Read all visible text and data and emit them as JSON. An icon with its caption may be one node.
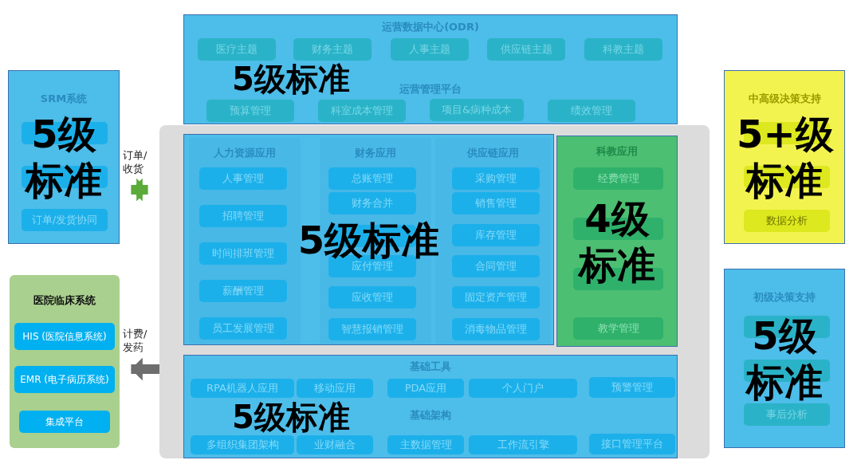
{
  "diagram": {
    "nodes": [
      {
        "text": [],
        "shape": "box"
      },
      {
        "text": [
          "SRM系统"
        ],
        "beside": [
          "5级标准"
        ]
      },
      {
        "text": [],
        "shape": "box",
        "in": 1
      },
      {
        "text": [],
        "shape": "box",
        "in": 1
      },
      {
        "text": [
          "订单/发货协同"
        ],
        "in": 1
      },
      {
        "text": [
          "医院临床系统"
        ]
      },
      {
        "text": [
          "HIS (医院信息系统)"
        ],
        "in": 5
      },
      {
        "text": [
          "EMR (电子病历系统)"
        ],
        "in": 5
      },
      {
        "text": [
          "集成平台"
        ],
        "in": 5
      },
      {
        "text": [
          "运营数据中心(ODR)",
          "运营管理平台"
        ],
        "beside": [
          "5级标准"
        ]
      },
      {
        "text": [
          "医疗主题"
        ],
        "in": 9
      },
      {
        "text": [
          "财务主题"
        ],
        "in": 9
      },
      {
        "text": [
          "人事主题"
        ],
        "in": 9
      },
      {
        "text": [
          "供应链主题"
        ],
        "in": 9
      },
      {
        "text": [
          "科教主题"
        ],
        "in": 9
      },
      {
        "text": [
          "预算管理"
        ],
        "in": 9
      },
      {
        "text": [
          "科室成本管理"
        ],
        "in": 9
      },
      {
        "text": [
          "项目&病种成本"
        ],
        "in": 9
      },
      {
        "text": [
          "绩效管理"
        ],
        "in": 9
      },
      {
        "text": [],
        "shape": "box",
        "beside": [
          "5级标准"
        ],
        "in": 0
      },
      {
        "text": [
          "人力资源应用"
        ],
        "in": 19
      },
      {
        "text": [
          "人事管理"
        ],
        "in": 20
      },
      {
        "text": [
          "招聘管理"
        ],
        "in": 20
      },
      {
        "text": [
          "时间排班管理"
        ],
        "in": 20
      },
      {
        "text": [
          "薪酬管理"
        ],
        "in": 20
      },
      {
        "text": [
          "员工发展管理"
        ],
        "in": 20
      },
      {
        "text": [
          "财务应用"
        ],
        "in": 19
      },
      {
        "text": [
          "总账管理"
        ],
        "in": 26
      },
      {
        "text": [
          "财务合并"
        ],
        "in": 26
      },
      {
        "text": [],
        "shape": "box",
        "in": 26
      },
      {
        "text": [
          "应付管理"
        ],
        "in": 26
      },
      {
        "text": [
          "应收管理"
        ],
        "in": 26
      },
      {
        "text": [
          "智慧报销管理"
        ],
        "in": 26
      },
      {
        "text": [
          "供应链应用"
        ],
        "in": 19
      },
      {
        "text": [
          "采购管理"
        ],
        "in": 33
      },
      {
        "text": [
          "销售管理"
        ],
        "in": 33
      },
      {
        "text": [
          "库存管理"
        ],
        "in": 33
      },
      {
        "text": [
          "合同管理"
        ],
        "in": 33
      },
      {
        "text": [
          "固定资产管理"
        ],
        "in": 33
      },
      {
        "text": [
          "消毒物品管理"
        ],
        "in": 33
      },
      {
        "text": [
          "科教应用"
        ],
        "beside": [
          "4级标准"
        ],
        "in": 0
      },
      {
        "text": [
          "经费管理"
        ],
        "in": 40
      },
      {
        "text": [],
        "shape": "box",
        "in": 40
      },
      {
        "text": [],
        "shape": "box",
        "in": 40
      },
      {
        "text": [
          "教学管理"
        ],
        "in": 40
      },
      {
        "text": [
          "基础工具",
          "基础架构"
        ],
        "beside": [
          "5级标准"
        ],
        "in": 0
      },
      {
        "text": [
          "RPA机器人应用"
        ],
        "in": 45
      },
      {
        "text": [
          "移动应用"
        ],
        "in": 45
      },
      {
        "text": [
          "PDA应用"
        ],
        "in": 45
      },
      {
        "text": [
          "个人门户"
        ],
        "in": 45
      },
      {
        "text": [
          "预警管理"
        ],
        "in": 45
      },
      {
        "text": [
          "多组织集团架构"
        ],
        "in": 45
      },
      {
        "text": [
          "业财融合"
        ],
        "in": 45
      },
      {
        "text": [
          "主数据管理"
        ],
        "in": 45
      },
      {
        "text": [
          "工作流引擎"
        ],
        "in": 45
      },
      {
        "text": [
          "接口管理平台"
        ],
        "in": 45
      },
      {
        "text": [
          "中高级决策支持"
        ],
        "beside": [
          "5+级标准"
        ]
      },
      {
        "text": [],
        "shape": "box",
        "in": 56
      },
      {
        "text": [],
        "shape": "box",
        "in": 56
      },
      {
        "text": [
          "数据分析"
        ],
        "in": 56
      },
      {
        "text": [
          "初级决策支持"
        ],
        "beside": [
          "5级标准"
        ]
      },
      {
        "text": [],
        "shape": "box",
        "in": 60
      },
      {
        "text": [],
        "shape": "box",
        "in": 60
      },
      {
        "text": [
          "事后分析"
        ],
        "in": 60
      }
    ],
    "edges": [
      {
        "from": 1,
        "to": 0,
        "arrow": "both",
        "label": "订单/收货",
        "color": "#5aab3a"
      },
      {
        "from": 0,
        "to": 5,
        "arrow": "to",
        "label": "计费/发药",
        "color": "#6e6e6e"
      }
    ]
  }
}
